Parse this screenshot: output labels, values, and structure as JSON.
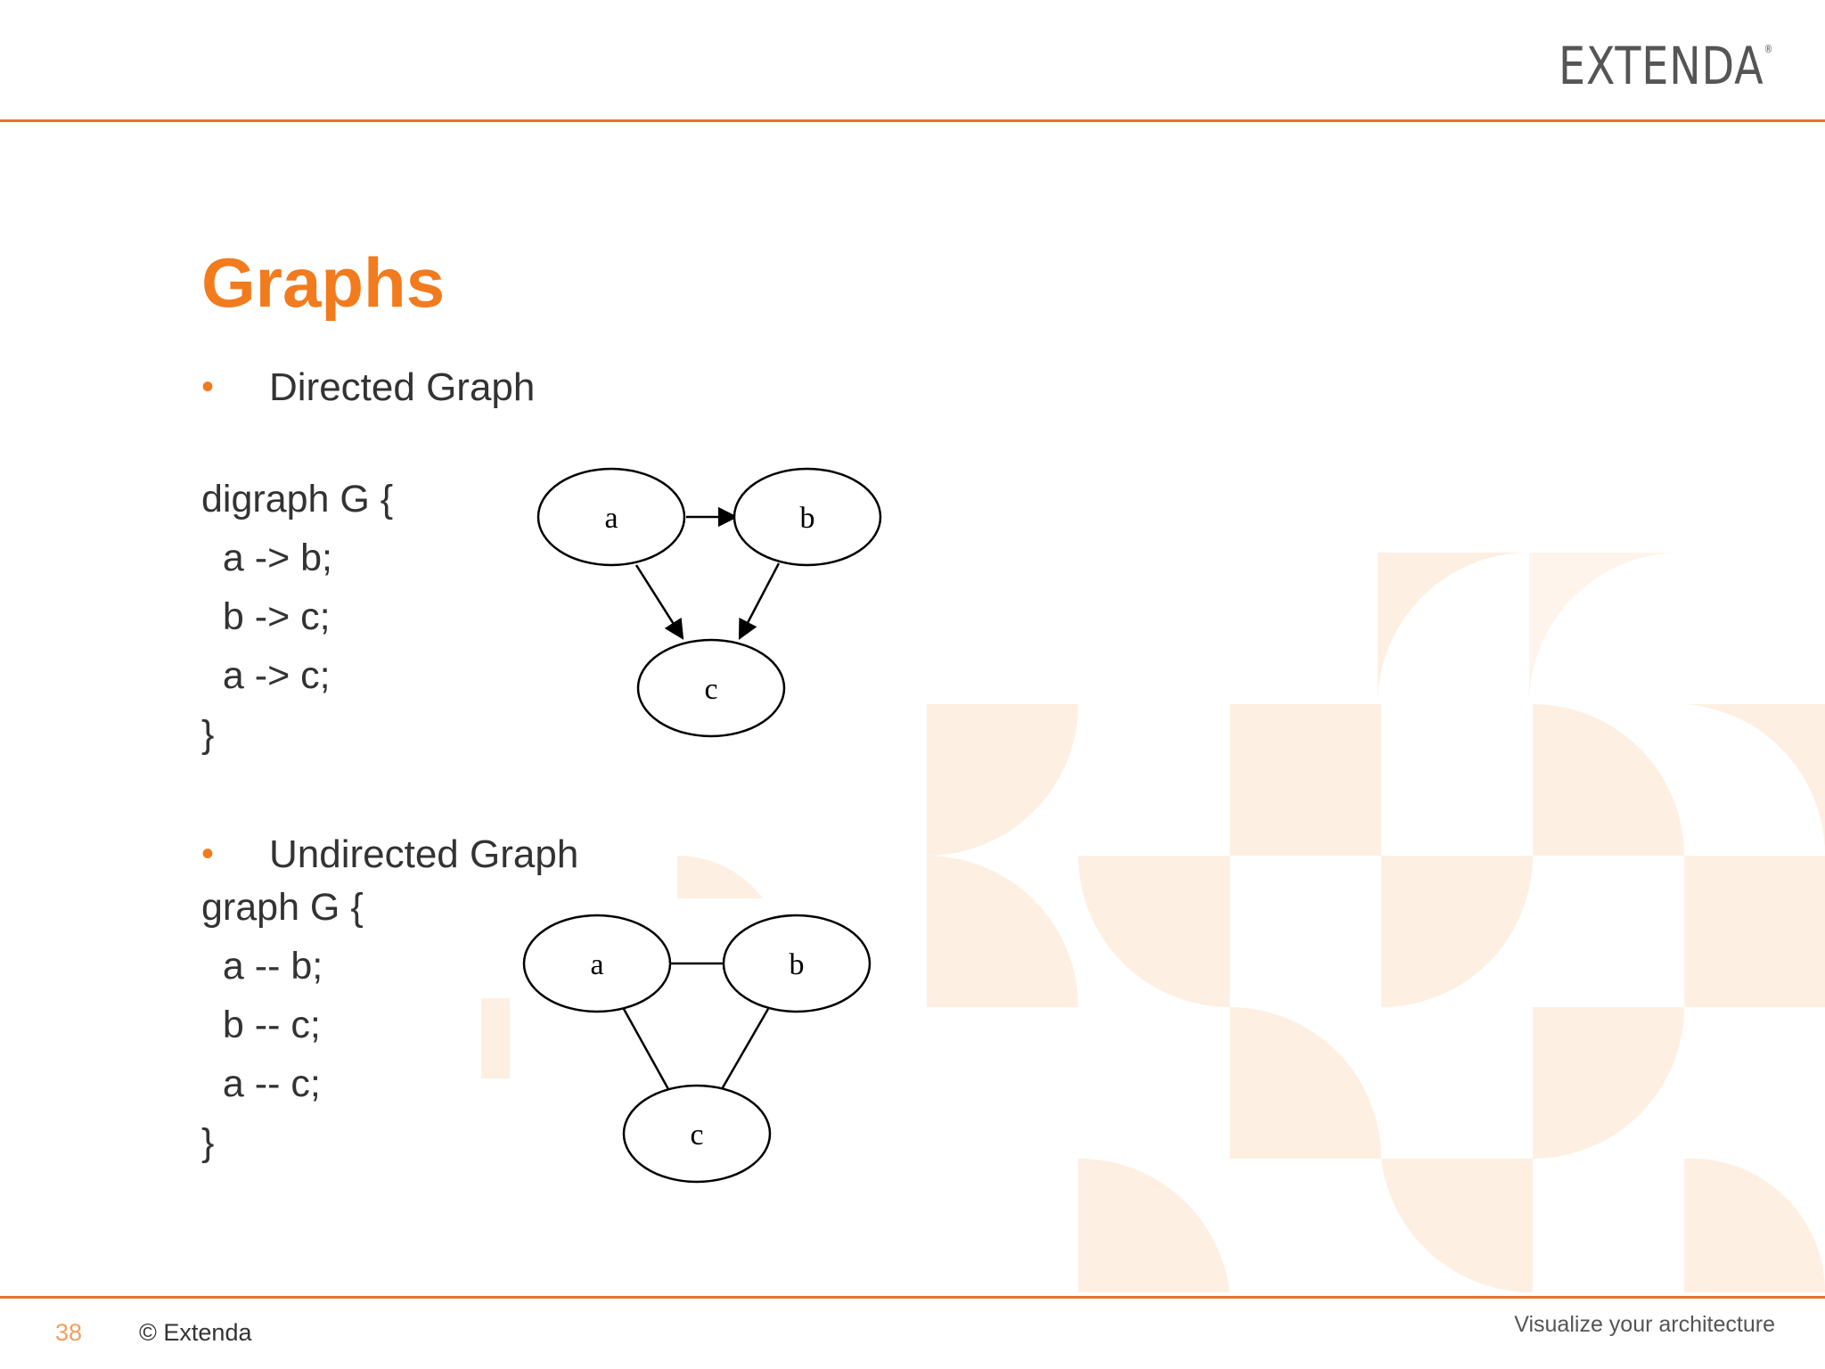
{
  "header": {
    "logo_text": "EXTENDA",
    "logo_mark": "®"
  },
  "slide": {
    "title": "Graphs",
    "bullets": [
      {
        "label": "Directed Graph"
      },
      {
        "label": "Undirected Graph"
      }
    ],
    "directed_code": [
      "digraph G {",
      "  a -> b;",
      "  b -> c;",
      "  a -> c;",
      "}"
    ],
    "undirected_code": [
      "graph G {",
      "  a -- b;",
      "  b -- c;",
      "  a -- c;",
      "}"
    ],
    "directed_graph": {
      "nodes": [
        "a",
        "b",
        "c"
      ],
      "edges": [
        [
          "a",
          "b"
        ],
        [
          "b",
          "c"
        ],
        [
          "a",
          "c"
        ]
      ],
      "directed": true
    },
    "undirected_graph": {
      "nodes": [
        "a",
        "b",
        "c"
      ],
      "edges": [
        [
          "a",
          "b"
        ],
        [
          "b",
          "c"
        ],
        [
          "a",
          "c"
        ]
      ],
      "directed": false
    }
  },
  "footer": {
    "page_number": "38",
    "copyright": "© Extenda",
    "tagline": "Visualize your architecture"
  },
  "colors": {
    "accent": "#f27b1e",
    "rule": "#ea7126",
    "pattern": "#fdf0e2"
  }
}
